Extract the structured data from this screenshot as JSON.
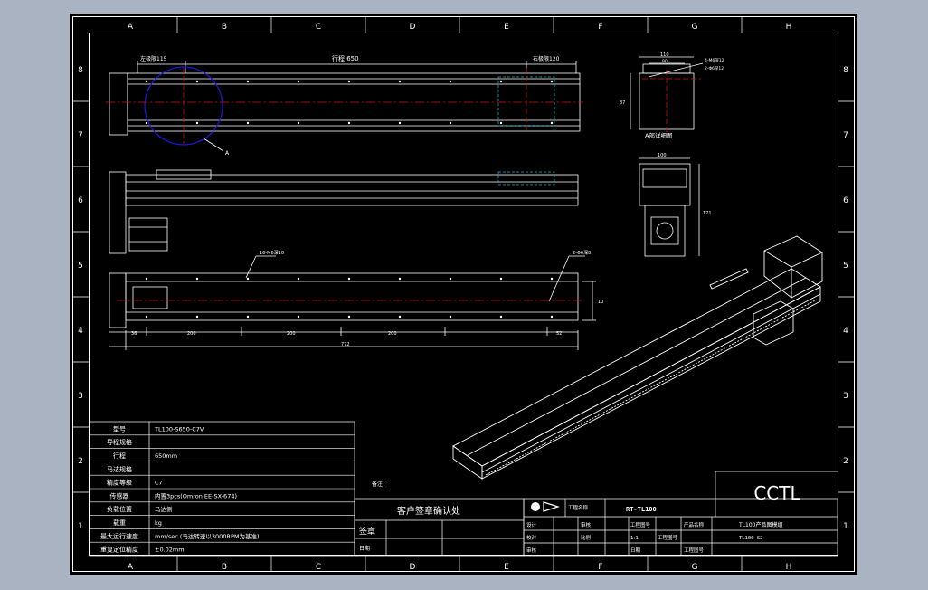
{
  "colors": {
    "background": "#a9b3c1",
    "canvas": "#000000",
    "line": "#ffffff",
    "centerline": "#d41010",
    "detail": "#1a1ad8",
    "hidden": "#19b5c8"
  },
  "zone_letters": [
    "A",
    "B",
    "C",
    "D",
    "E",
    "F",
    "G",
    "H"
  ],
  "zone_numbers": [
    "8",
    "7",
    "6",
    "5",
    "4",
    "3",
    "2",
    "1"
  ],
  "top_view": {
    "dim_left": "左极限115",
    "dim_mid": "行程 650",
    "dim_right": "右极限120",
    "leader": "A"
  },
  "detail_a": {
    "dim_w": "110",
    "dim_inner": "90",
    "dim_h": "87",
    "note_1": "4-M6深12",
    "note_2": "2-Φ6深12",
    "caption": "A部详细图"
  },
  "end_view": {
    "dim_w": "100",
    "dim_h": "171"
  },
  "bottom_view": {
    "note_left": "16-M6深10",
    "note_right": "2-Φ6深8",
    "dims": [
      "36",
      "200",
      "200",
      "200",
      "52"
    ],
    "total": "772",
    "height": "10"
  },
  "spec_table": {
    "rows": [
      {
        "label": "型号",
        "value": "TL100-S650-C7V"
      },
      {
        "label": "导程规格",
        "value": ""
      },
      {
        "label": "行程",
        "value": "650mm"
      },
      {
        "label": "马达规格",
        "value": ""
      },
      {
        "label": "精度等级",
        "value": "C7"
      },
      {
        "label": "传感器",
        "value": "内置3pcs(Omron EE-SX-674)"
      },
      {
        "label": "负载位置",
        "value": "马达侧"
      },
      {
        "label": "载重",
        "value": "kg"
      },
      {
        "label": "最大运行速度",
        "value": "mm/sec (马达转速以3000RPM为基准)"
      },
      {
        "label": "重复定位精度",
        "value": "±0.02mm"
      }
    ]
  },
  "notes_label": "备注：",
  "customer_confirm": "客户签章确认处",
  "sign_label": "签章",
  "date_label": "日期",
  "title_block": {
    "logo_text": "工程名称",
    "drawing_no": "RT-TL100",
    "brand": "CCTL",
    "product_name": "TL100产品图模组",
    "code": "TL100-S2",
    "cells": [
      "设计",
      "审核",
      "工程图号",
      "产品名称",
      "校对",
      "比例",
      "1:1",
      "工程图号",
      "审核",
      "日期",
      "工程图号"
    ]
  }
}
